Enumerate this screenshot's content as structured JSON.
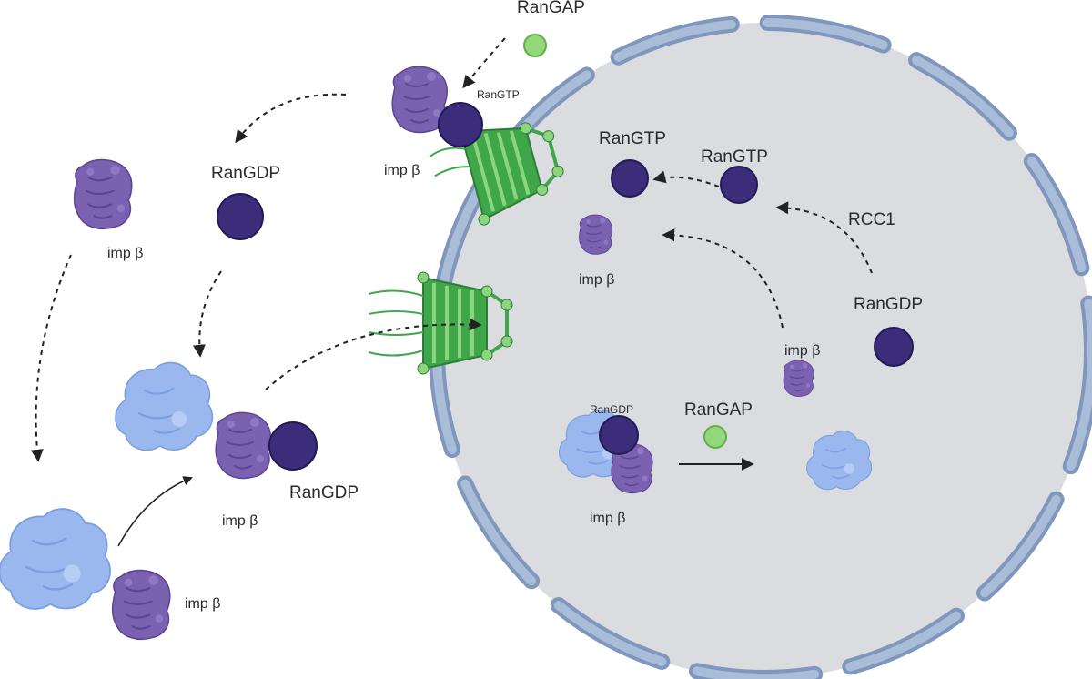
{
  "labels": {
    "rangap_top": "RanGAP",
    "rangtp_small": "RanGTP",
    "impb_top": "imp β",
    "rangdp_left": "RanGDP",
    "impb_left": "imp β",
    "rangtp_nuc1": "RanGTP",
    "rangtp_nuc2": "RanGTP",
    "rcc1": "RCC1",
    "impb_nuc": "imp β",
    "rangdp_nuc": "RanGDP",
    "impb_nuc2": "imp β",
    "rangdp_small": "RanGDP",
    "rangap_nuc": "RanGAP",
    "impb_nuc3": "imp β",
    "rangdp_bottom": "RanGDP",
    "impb_mid": "imp β",
    "impb_bottom": "imp β"
  },
  "colors": {
    "nucleus_fill": "#dadce0",
    "envelope": "#a9bcd8",
    "envelope_stroke": "#7f97bd",
    "ran": "#3b2d7a",
    "ran_stroke": "#221a55",
    "importin": "#7a62b0",
    "importin_dark": "#5c4592",
    "cargo": "#9bb8ee",
    "cargo_dark": "#7a9ee0",
    "rangap": "#93d97a",
    "pore": "#3fa64a",
    "pore_light": "#8ad57e",
    "arrow": "#222222"
  },
  "icons": [
    "importin-beta-protein",
    "cargo-protein",
    "ran-gtpase-ball",
    "rangap-ball",
    "nuclear-pore-complex"
  ]
}
